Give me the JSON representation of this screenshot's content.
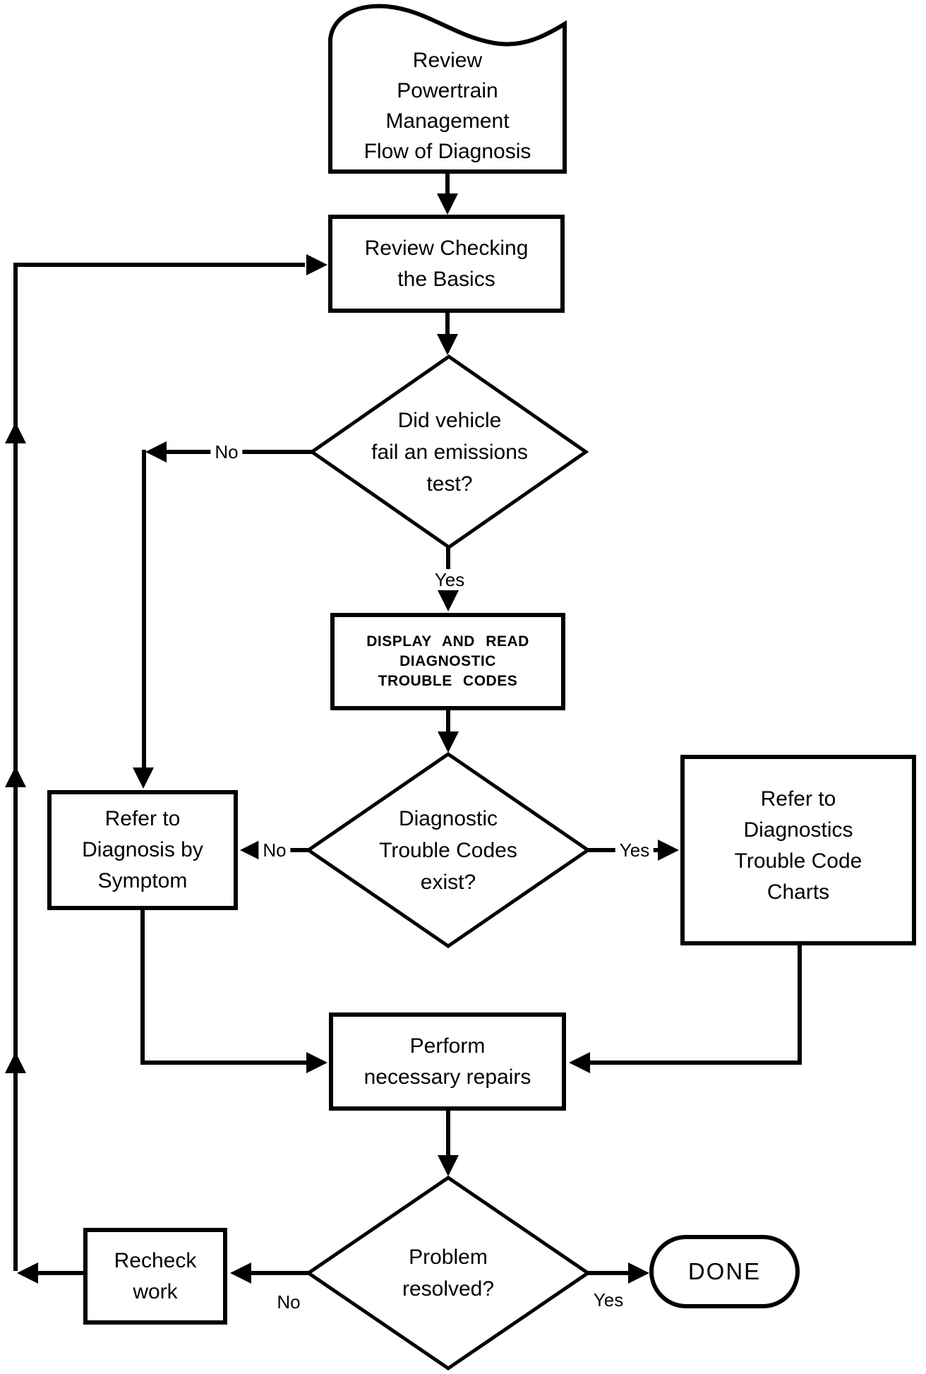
{
  "colors": {
    "stroke": "#000000",
    "shape_fill": "#ffffff",
    "text": "#000000",
    "background": "#ffffff"
  },
  "nodes": [
    {
      "id": "start",
      "type": "display",
      "label": "Review\nPowertrain\nManagement\nFlow of Diagnosis"
    },
    {
      "id": "review-basics",
      "type": "process",
      "label": "Review Checking\nthe Basics"
    },
    {
      "id": "emissions-test",
      "type": "decision",
      "label": "Did vehicle\nfail an emissions\ntest?"
    },
    {
      "id": "read-codes",
      "type": "process",
      "label": "DISPLAY AND READ\nDIAGNOSTIC\nTROUBLE CODES"
    },
    {
      "id": "codes-exist",
      "type": "decision",
      "label": "Diagnostic\nTrouble Codes\nexist?"
    },
    {
      "id": "diagnosis-by-symptom",
      "type": "process",
      "label": "Refer to\nDiagnosis by\nSymptom"
    },
    {
      "id": "trouble-code-charts",
      "type": "process",
      "label": "Refer to\nDiagnostics\nTrouble Code\nCharts"
    },
    {
      "id": "perform-repairs",
      "type": "process",
      "label": "Perform\nnecessary repairs"
    },
    {
      "id": "problem-resolved",
      "type": "decision",
      "label": "Problem\nresolved?"
    },
    {
      "id": "recheck-work",
      "type": "process",
      "label": "Recheck\nwork"
    },
    {
      "id": "done",
      "type": "terminator",
      "label": "DONE"
    }
  ],
  "edges": [
    {
      "from": "start",
      "to": "review-basics",
      "label": ""
    },
    {
      "from": "review-basics",
      "to": "emissions-test",
      "label": ""
    },
    {
      "from": "emissions-test",
      "to": "diagnosis-by-symptom",
      "label": "No"
    },
    {
      "from": "emissions-test",
      "to": "read-codes",
      "label": "Yes"
    },
    {
      "from": "read-codes",
      "to": "codes-exist",
      "label": ""
    },
    {
      "from": "codes-exist",
      "to": "diagnosis-by-symptom",
      "label": "No"
    },
    {
      "from": "codes-exist",
      "to": "trouble-code-charts",
      "label": "Yes"
    },
    {
      "from": "diagnosis-by-symptom",
      "to": "perform-repairs",
      "label": ""
    },
    {
      "from": "trouble-code-charts",
      "to": "perform-repairs",
      "label": ""
    },
    {
      "from": "perform-repairs",
      "to": "problem-resolved",
      "label": ""
    },
    {
      "from": "problem-resolved",
      "to": "recheck-work",
      "label": "No"
    },
    {
      "from": "problem-resolved",
      "to": "done",
      "label": "Yes"
    },
    {
      "from": "recheck-work",
      "to": "review-basics",
      "label": ""
    }
  ]
}
